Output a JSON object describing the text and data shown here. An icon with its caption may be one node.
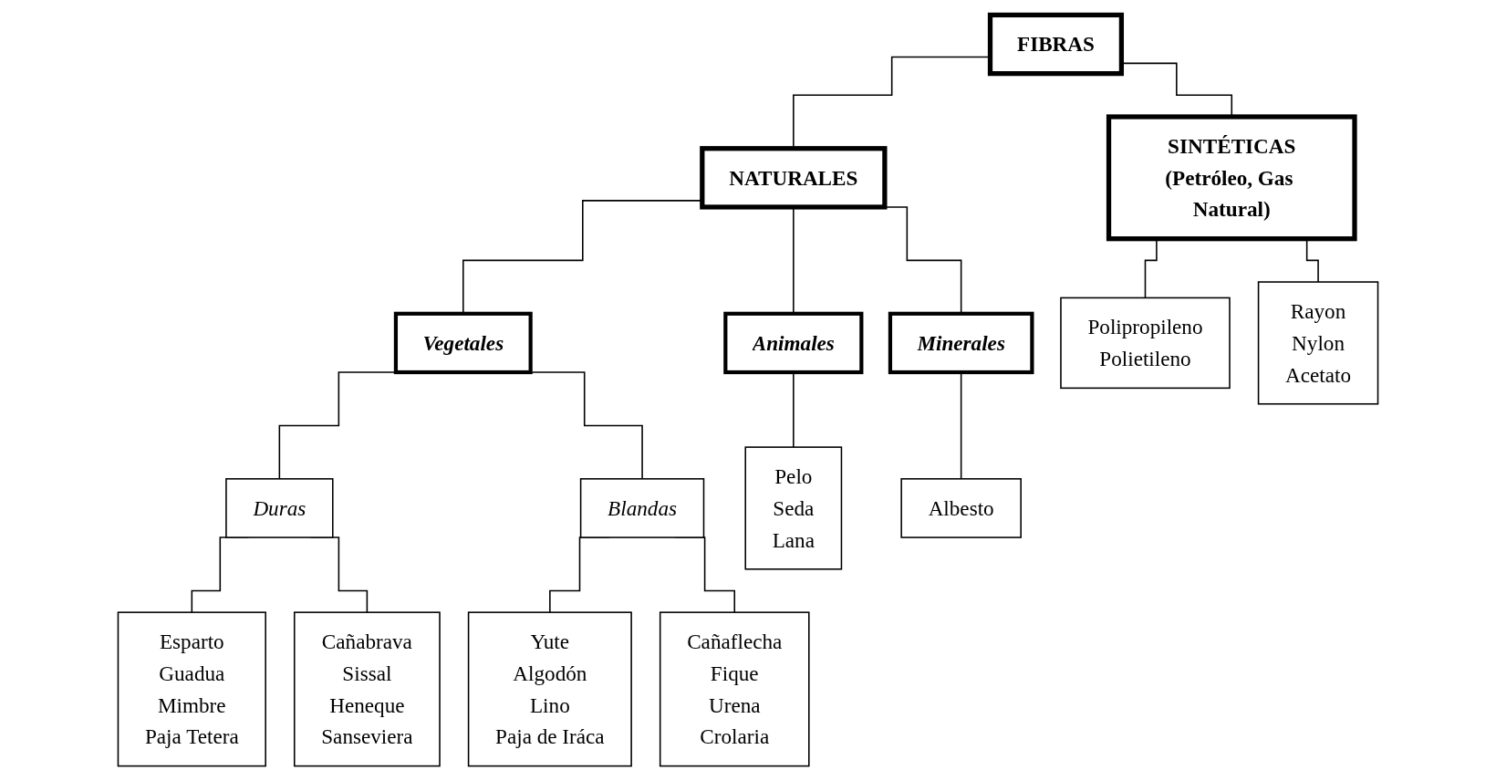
{
  "diagram": {
    "nodes": [
      {
        "text": [
          "FIBRAS"
        ]
      },
      {
        "text": [
          "NATURALES"
        ]
      },
      {
        "text": [
          "SINTÉTICAS",
          "(Petróleo, Gas Natural)"
        ]
      },
      {
        "text": [
          "Vegetales"
        ]
      },
      {
        "text": [
          "Animales"
        ]
      },
      {
        "text": [
          "Minerales"
        ]
      },
      {
        "text": [
          "Polipropileno",
          "Polietileno"
        ]
      },
      {
        "text": [
          "Rayon",
          "Nylon",
          "Acetato"
        ]
      },
      {
        "text": [
          "Duras"
        ]
      },
      {
        "text": [
          "Blandas"
        ]
      },
      {
        "text": [
          "Pelo",
          "Seda",
          "Lana"
        ]
      },
      {
        "text": [
          "Albesto"
        ]
      },
      {
        "text": [
          "Esparto",
          "Guadua",
          "Mimbre",
          "Paja Tetera"
        ]
      },
      {
        "text": [
          "Cañabrava",
          "Sissal",
          "Heneque",
          "Sanseviera"
        ]
      },
      {
        "text": [
          "Yute",
          "Algodón",
          "Lino",
          "Paja de Iráca"
        ]
      },
      {
        "text": [
          "Cañaflecha",
          "Fique",
          "Urena",
          "Crolaria"
        ]
      }
    ],
    "edges": [
      {
        "from": 0,
        "to": 1,
        "arrow": "none"
      },
      {
        "from": 0,
        "to": 2,
        "arrow": "none"
      },
      {
        "from": 1,
        "to": 3,
        "arrow": "none"
      },
      {
        "from": 1,
        "to": 4,
        "arrow": "none"
      },
      {
        "from": 1,
        "to": 5,
        "arrow": "none"
      },
      {
        "from": 2,
        "to": 6,
        "arrow": "none"
      },
      {
        "from": 2,
        "to": 7,
        "arrow": "none"
      },
      {
        "from": 3,
        "to": 8,
        "arrow": "none"
      },
      {
        "from": 3,
        "to": 9,
        "arrow": "none"
      },
      {
        "from": 4,
        "to": 10,
        "arrow": "none"
      },
      {
        "from": 5,
        "to": 11,
        "arrow": "none"
      },
      {
        "from": 8,
        "to": 12,
        "arrow": "none"
      },
      {
        "from": 8,
        "to": 13,
        "arrow": "none"
      },
      {
        "from": 9,
        "to": 14,
        "arrow": "none"
      },
      {
        "from": 9,
        "to": 15,
        "arrow": "none"
      }
    ]
  }
}
